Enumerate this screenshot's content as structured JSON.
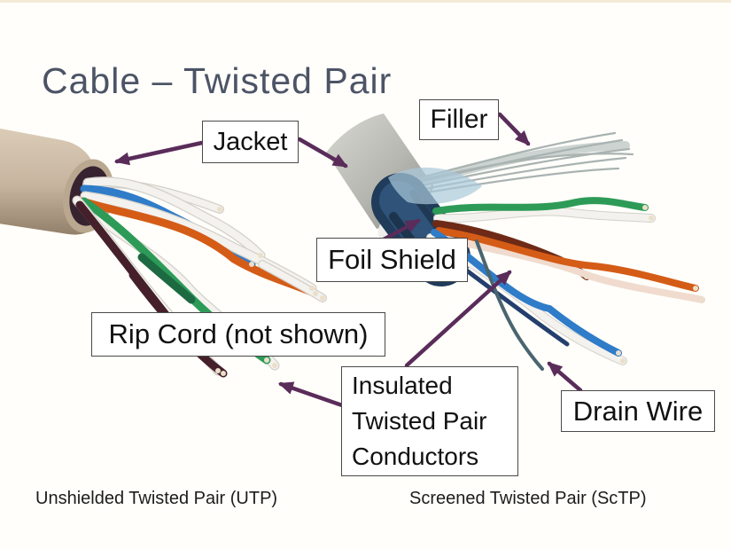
{
  "slide": {
    "title": "Cable – Twisted Pair"
  },
  "labels": {
    "jacket": "Jacket",
    "filler": "Filler",
    "foil_shield": "Foil Shield",
    "rip_cord": "Rip Cord (not shown)",
    "insulated": {
      "lines": [
        "Insulated",
        "Twisted Pair",
        "Conductors"
      ]
    },
    "drain_wire": "Drain Wire"
  },
  "captions": {
    "left": "Unshielded Twisted Pair (UTP)",
    "right": "Screened Twisted Pair (ScTP)"
  },
  "colors": {
    "title": "#4c5466",
    "arrow": "#5a2c5a",
    "label-text": "#111111",
    "label-border": "#4a4a4a",
    "label-bg": "#ffffff",
    "utp-jacket": "#c6b49e",
    "sctp-jacket": "#b6b6b0",
    "foil": "#203c5a",
    "wire-blue": "#2f7cc9",
    "wire-orange": "#d45c17",
    "wire-green": "#2d9b57",
    "wire-maroon": "#45202b",
    "wire-white": "#f4f2ee",
    "filler": "#a9b3b2",
    "drain": "#4a6570"
  }
}
